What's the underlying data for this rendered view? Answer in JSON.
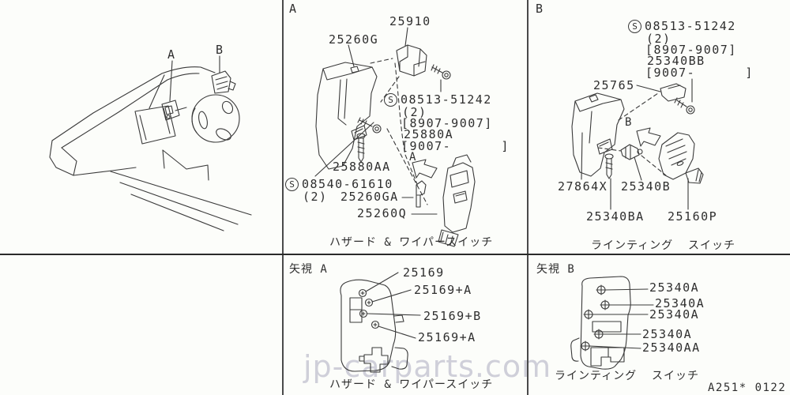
{
  "watermark": "jp-carparts.com",
  "doc_code": "A251* 0122",
  "overview": {
    "callout_a": "A",
    "callout_b": "B"
  },
  "section_hazard": {
    "corner_label": "A",
    "caption": "ハザード & ワイパースイッチ",
    "arrow_label": "A",
    "labels": {
      "p25910": "25910",
      "p25260g": "25260G",
      "screw1_symbol": "S",
      "screw1_number": "08513-51242",
      "screw1_qty": "(2)",
      "screw1_period1": "[8907-9007]",
      "screw1_part": "25880A",
      "screw1_period2": "[9007-      ]",
      "p25880aa": "25880AA",
      "screw2_symbol": "S",
      "screw2_number": "08540-61610",
      "screw2_qty": "(2)",
      "p25260ga": "25260GA",
      "p25260q": "25260Q"
    }
  },
  "section_lighting": {
    "corner_label": "B",
    "caption": "ラインティング  スイッチ",
    "arrow_label": "B",
    "labels": {
      "screw1_symbol": "S",
      "screw1_number": "08513-51242",
      "screw1_qty": "(2)",
      "screw1_period1": "[8907-9007]",
      "screw1_part": "25340BB",
      "screw1_period2": "[9007-      ]",
      "p25765": "25765",
      "p27864x": "27864X",
      "p25340b": "25340B",
      "p25340ba": "25340BA",
      "p25160p": "25160P"
    }
  },
  "view_hazard": {
    "title": "矢視 A",
    "caption": "ハザード & ワイパースイッチ",
    "labels": [
      "25169",
      "25169+A",
      "25169+B",
      "25169+A"
    ]
  },
  "view_lighting": {
    "title": "矢視 B",
    "caption": "ラインティング  スイッチ",
    "labels": [
      "25340A",
      "25340A",
      "25340A",
      "25340A",
      "25340AA"
    ]
  }
}
